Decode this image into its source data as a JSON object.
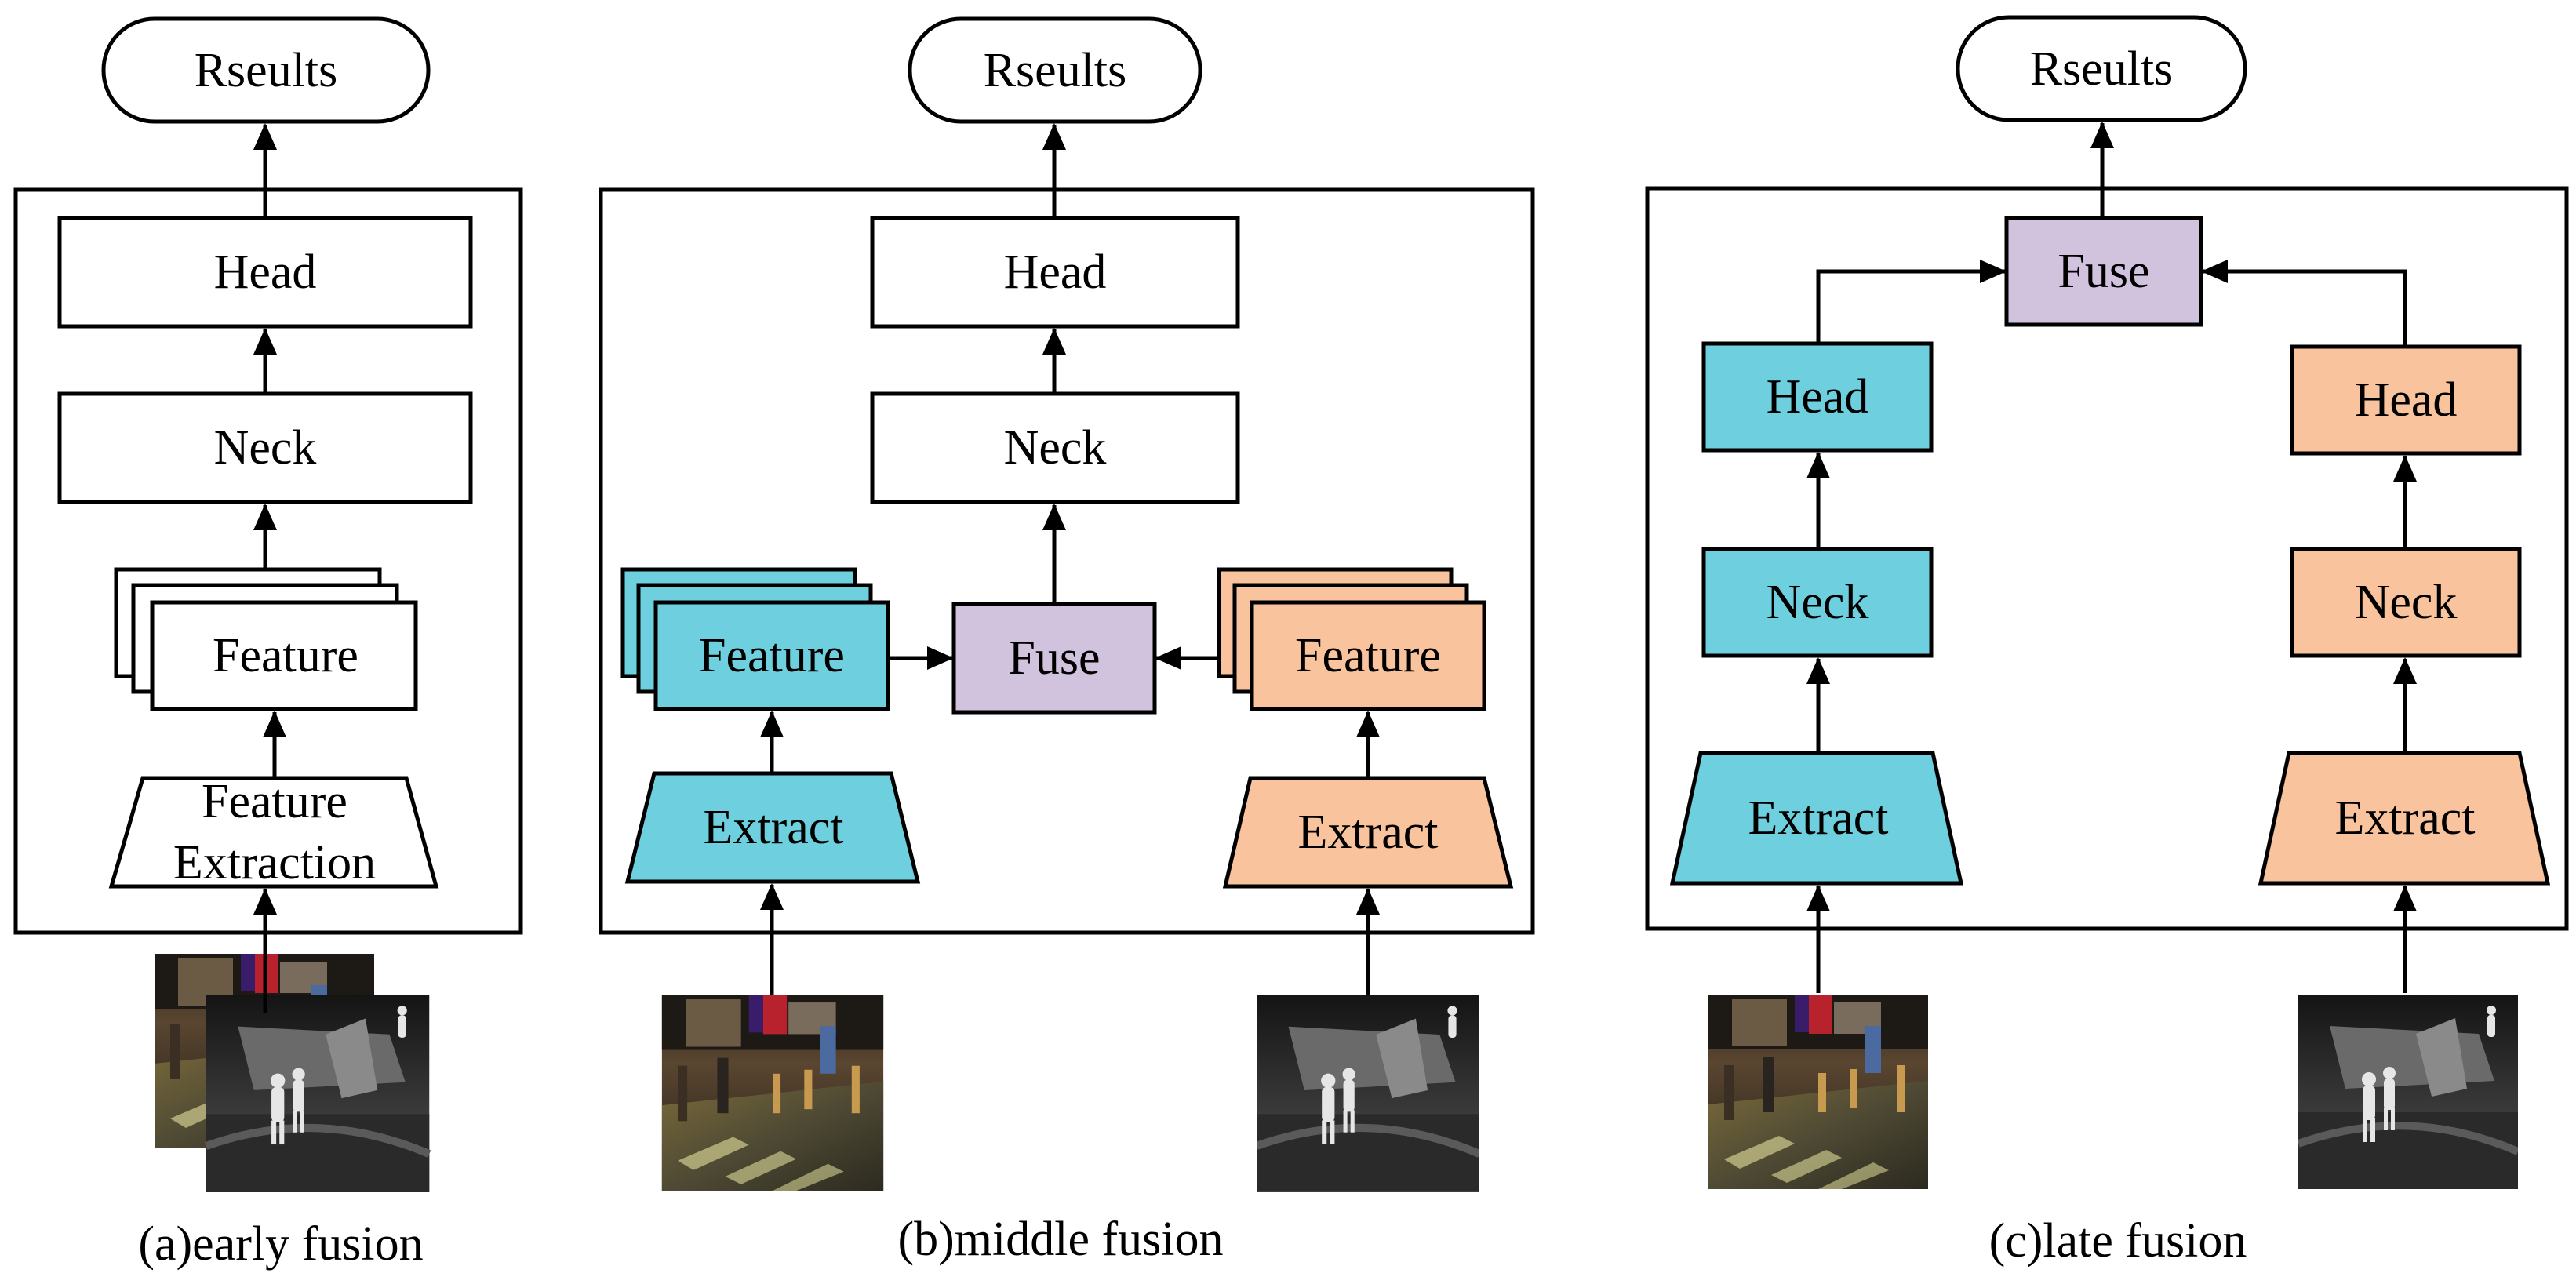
{
  "colors": {
    "blue": "#6ecfde",
    "orange": "#f9c39d",
    "purple": "#d1c2de",
    "white": "#ffffff",
    "stroke": "#000000"
  },
  "panels": {
    "a": {
      "caption": "(a)early fusion",
      "results": "Rseults",
      "head": "Head",
      "neck": "Neck",
      "feature": "Feature",
      "extraction_line1": "Feature",
      "extraction_line2": "Extraction"
    },
    "b": {
      "caption": "(b)middle fusion",
      "results": "Rseults",
      "head": "Head",
      "neck": "Neck",
      "fuse": "Fuse",
      "feature_left": "Feature",
      "feature_right": "Feature",
      "extract_left": "Extract",
      "extract_right": "Extract"
    },
    "c": {
      "caption": "(c)late fusion",
      "results": "Rseults",
      "fuse": "Fuse",
      "head_left": "Head",
      "neck_left": "Neck",
      "extract_left": "Extract",
      "head_right": "Head",
      "neck_right": "Neck",
      "extract_right": "Extract"
    }
  },
  "images": {
    "visible": "visible-light-image",
    "thermal": "thermal-image"
  }
}
